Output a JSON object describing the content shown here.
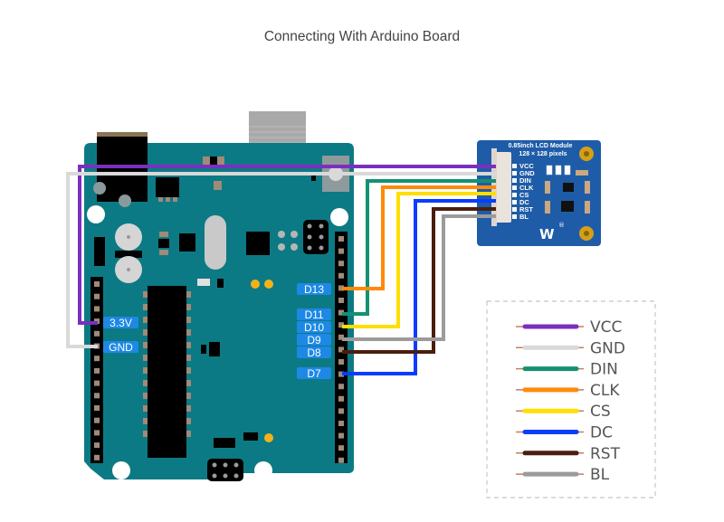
{
  "title": "Connecting With Arduino Board",
  "arduino": {
    "board_color": "#0c7a84",
    "pin_labels": {
      "v33": "3.3V",
      "gnd": "GND",
      "d13": "D13",
      "d11": "D11",
      "d10": "D10",
      "d9": "D9",
      "d8": "D8",
      "d7": "D7"
    }
  },
  "lcd_module": {
    "name": "0.85inch LCD Module",
    "resolution": "128 × 128 pixels",
    "board_color": "#1f5ca8",
    "pins": [
      "VCC",
      "GND",
      "DIN",
      "CLK",
      "CS",
      "DC",
      "RST",
      "BL"
    ],
    "logo": "waveshare-logo"
  },
  "connections": [
    {
      "signal": "VCC",
      "arduino_pin": "3.3V",
      "color": "#7b2fbe"
    },
    {
      "signal": "GND",
      "arduino_pin": "GND",
      "color": "#d9d9d9"
    },
    {
      "signal": "DIN",
      "arduino_pin": "D11",
      "color": "#149170"
    },
    {
      "signal": "CLK",
      "arduino_pin": "D13",
      "color": "#ff8a0a"
    },
    {
      "signal": "CS",
      "arduino_pin": "D10",
      "color": "#ffde00"
    },
    {
      "signal": "DC",
      "arduino_pin": "D7",
      "color": "#0a3cff"
    },
    {
      "signal": "RST",
      "arduino_pin": "D8",
      "color": "#4a1d0e"
    },
    {
      "signal": "BL",
      "arduino_pin": "D9",
      "color": "#9b9b9b"
    }
  ],
  "legend": {
    "items": [
      {
        "label": "VCC",
        "color": "#7b2fbe"
      },
      {
        "label": "GND",
        "color": "#d9d9d9"
      },
      {
        "label": "DIN",
        "color": "#149170"
      },
      {
        "label": "CLK",
        "color": "#ff8a0a"
      },
      {
        "label": "CS",
        "color": "#ffde00"
      },
      {
        "label": "DC",
        "color": "#0a3cff"
      },
      {
        "label": "RST",
        "color": "#4a1d0e"
      },
      {
        "label": "BL",
        "color": "#9b9b9b"
      }
    ]
  }
}
